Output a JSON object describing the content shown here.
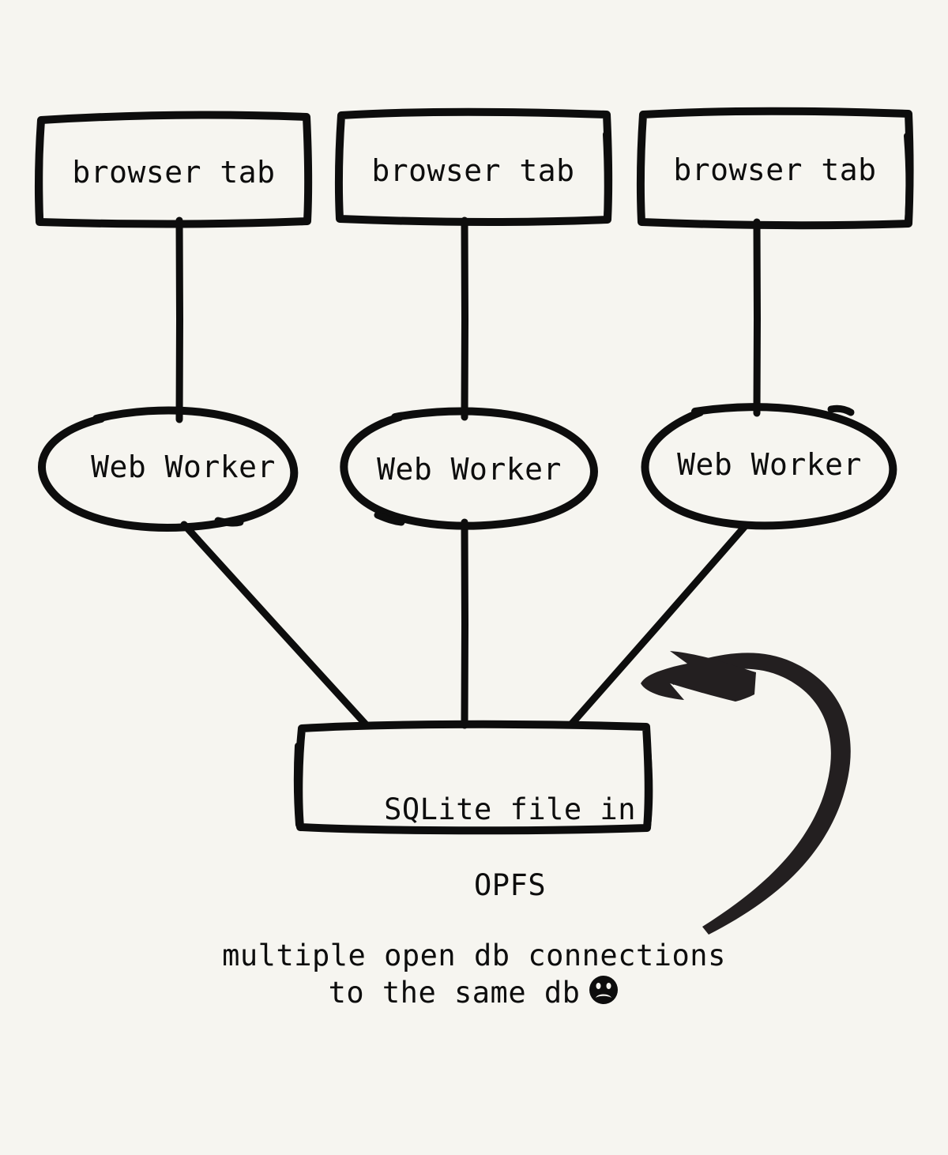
{
  "diagram": {
    "title_text": null,
    "background_color": "#f6f5f0",
    "stroke_color": "#0d0d0d",
    "arrow_color": "#231f20",
    "nodes": {
      "tabs": [
        {
          "label": "browser tab"
        },
        {
          "label": "browser tab"
        },
        {
          "label": "browser tab"
        }
      ],
      "workers": [
        {
          "label": "Web Worker"
        },
        {
          "label": "Web Worker"
        },
        {
          "label": "Web Worker"
        }
      ],
      "store": {
        "label_line1": "SQLite file in",
        "label_line2": "OPFS"
      }
    },
    "annotation": {
      "line1": "multiple open db connections",
      "line2": "to the same db",
      "emoji_name": "frowning-face-emoji"
    },
    "icons": {
      "curved_arrow": "curved-arrow-icon",
      "sad_face": "sad-face-icon"
    }
  }
}
